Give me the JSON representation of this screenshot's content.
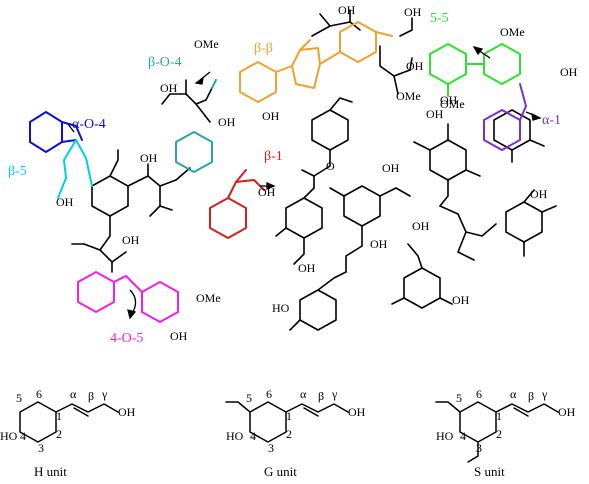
{
  "colors": {
    "black": "#000000",
    "alpha_o_4": "#1010d0",
    "beta_5": "#00d0e0",
    "beta_o_4": "#2aa6a0",
    "beta_beta": "#f0a030",
    "five_five": "#2ee02e",
    "alpha_1": "#7a2fc8",
    "beta_1": "#d02020",
    "four_o_5": "#f020e0"
  },
  "linkages": {
    "alpha_o_4": "α-O-4",
    "beta_5": "β-5",
    "beta_o_4": "β-O-4",
    "beta_beta": "β-β",
    "five_five": "5-5",
    "alpha_1": "α-1",
    "beta_1": "β-1",
    "four_o_5": "4-O-5"
  },
  "atoms": {
    "oh": "OH",
    "ome": "OMe",
    "ho": "HO",
    "o": "O"
  },
  "units": {
    "h": {
      "name": "H unit",
      "numbers": [
        "1",
        "2",
        "3",
        "4",
        "5",
        "6"
      ],
      "greek": [
        "α",
        "β",
        "γ"
      ],
      "oh_left": "HO",
      "oh_right": "OH"
    },
    "g": {
      "name": "G unit",
      "numbers": [
        "1",
        "2",
        "3",
        "4",
        "5",
        "6"
      ],
      "greek": [
        "α",
        "β",
        "γ"
      ],
      "oh_left": "HO",
      "oh_right": "OH"
    },
    "s": {
      "name": "S unit",
      "numbers": [
        "1",
        "2",
        "3",
        "4",
        "5",
        "6"
      ],
      "greek": [
        "α",
        "β",
        "γ"
      ],
      "oh_left": "HO",
      "oh_right": "OH"
    }
  }
}
